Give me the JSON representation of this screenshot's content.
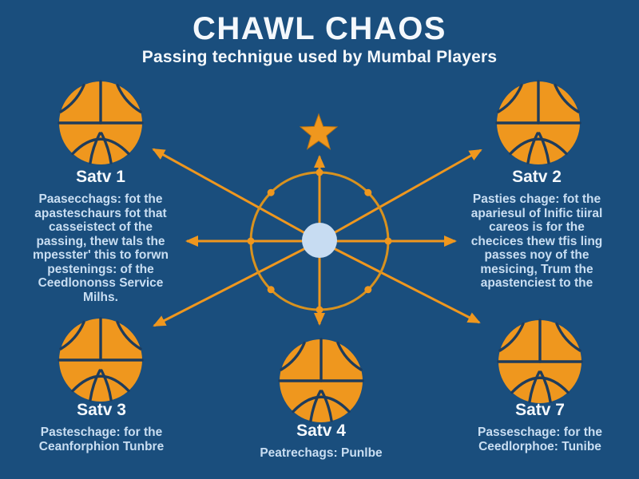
{
  "colors": {
    "bg": "#1a4e7d",
    "orange": "#ef971e",
    "ring": "#d8921f",
    "seam": "#1e3c5c",
    "disc": "#c7dcf2",
    "white": "#f4f8fc",
    "body": "#c9def2"
  },
  "header": {
    "title": "CHAWL CHAOS",
    "subtitle": "Passing technigue used by Mumbal Players"
  },
  "diagram": {
    "star_icon": "star",
    "center_node": "hub-circle",
    "arrows": [
      "up",
      "down",
      "left",
      "right",
      "up-left",
      "up-right",
      "down-left",
      "down-right"
    ],
    "basketball_positions": [
      "top-left",
      "top-right",
      "bottom-left",
      "bottom-center",
      "bottom-right"
    ]
  },
  "cards": [
    {
      "id": "satv-1",
      "position": "top-left",
      "heading": "Satv 1",
      "lines": [
        "Paasecchags: fot the",
        "apasteschaurs fot that",
        "casseistect of the",
        "passing, thew tals the",
        "mpesster' this to forwn",
        "pestenings: of the",
        "Ceedlononss Service",
        "Milhs."
      ]
    },
    {
      "id": "satv-2",
      "position": "top-right",
      "heading": "Satv 2",
      "lines": [
        "Pasties chage: fot the",
        "apariesul of Inific tiiral",
        "careos is for the",
        "checices thew tfis ling",
        "passes noy of the",
        "mesicing, Trum the",
        "apastenciest to the"
      ]
    },
    {
      "id": "satv-3",
      "position": "bottom-left",
      "heading": "Satv 3",
      "lines": [
        "Pasteschage: for the",
        "Ceanforphion Tunbre"
      ]
    },
    {
      "id": "satv-4",
      "position": "bottom-center",
      "heading": "Satv 4",
      "lines": [
        "Peatrechags: Punlbe"
      ]
    },
    {
      "id": "satv-7",
      "position": "bottom-right",
      "heading": "Satv 7",
      "lines": [
        "Passeschage: for the",
        "Ceedlorphoe: Tunibe"
      ]
    }
  ]
}
